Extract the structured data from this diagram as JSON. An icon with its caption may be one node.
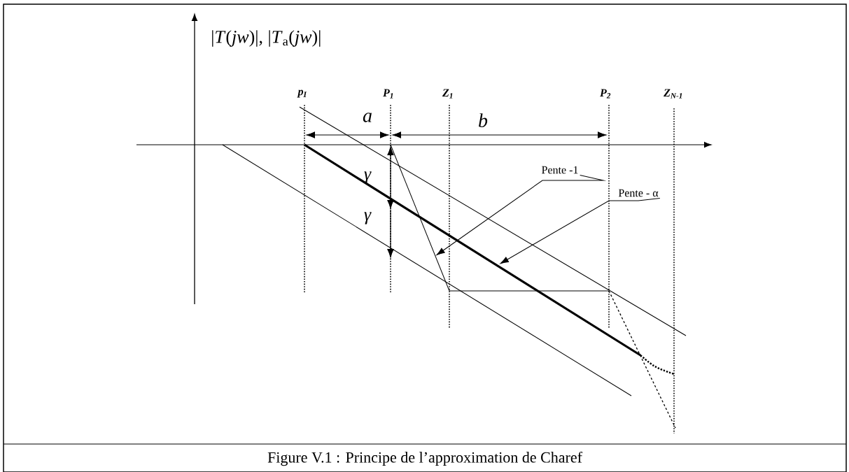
{
  "diagram": {
    "caption": "Figure V.1 : Principe de l’approximation de Charef",
    "nodes": [
      {
        "text": [
          "Pente -1"
        ]
      },
      {
        "text": [
          "Pente - α"
        ]
      }
    ],
    "edges": [
      {
        "from": 0,
        "to": null,
        "arrow": "to"
      },
      {
        "from": 1,
        "to": null,
        "arrow": "to"
      }
    ],
    "labels": [
      "|*T*(*jw*)|, |*T*$_{a}$(*jw*)|",
      "p$_{I}$",
      "P$_{1}$",
      "Z$_{1}$",
      "P$_{2}$",
      "Z$_{N-1}$",
      "a",
      "b",
      "γ",
      "γ"
    ]
  }
}
